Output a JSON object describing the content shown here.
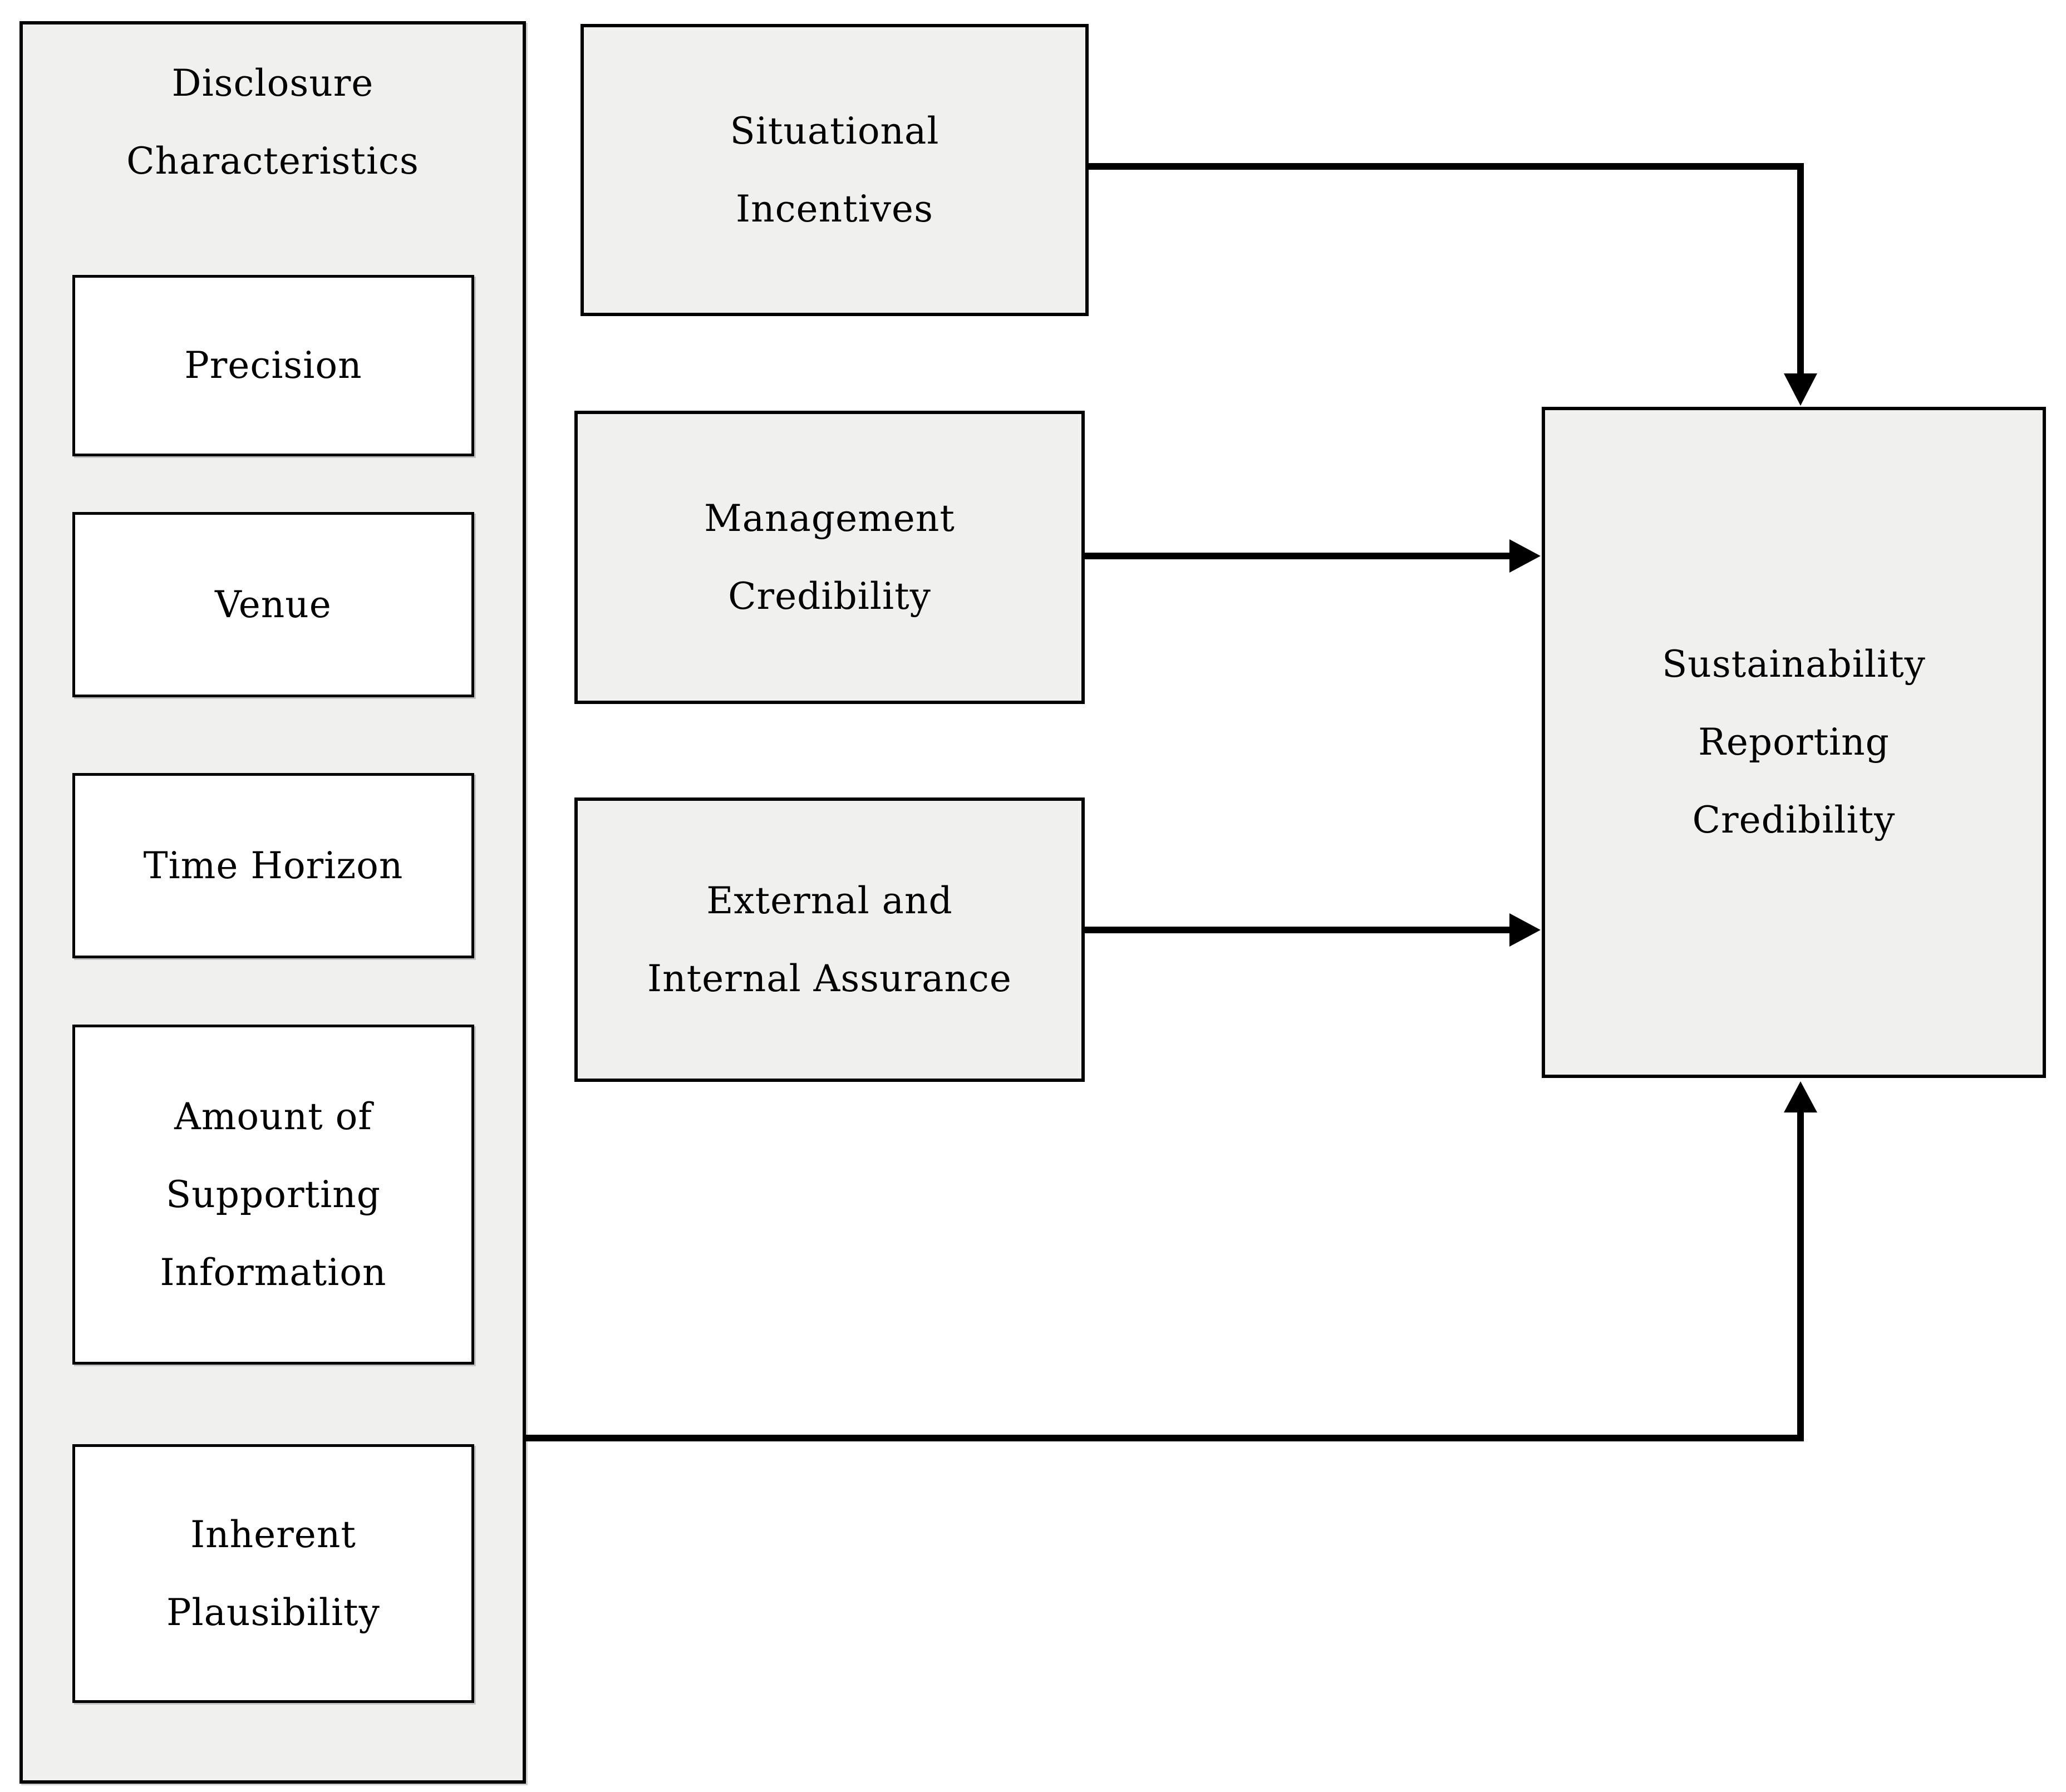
{
  "diagram": {
    "type": "flow-diagram",
    "nodes": {
      "disclosure_panel": {
        "label": "Disclosure\nCharacteristics"
      },
      "precision": {
        "label": "Precision"
      },
      "venue": {
        "label": "Venue"
      },
      "time_horizon": {
        "label": "Time Horizon"
      },
      "amount_supporting_info": {
        "label": "Amount of\nSupporting\nInformation"
      },
      "inherent_plausibility": {
        "label": "Inherent\nPlausibility"
      },
      "situational_incentives": {
        "label": "Situational\nIncentives"
      },
      "management_credibility": {
        "label": "Management\nCredibility"
      },
      "external_internal_assurance": {
        "label": "External and\nInternal Assurance"
      },
      "sustainability_reporting_credibility": {
        "label": "Sustainability\nReporting\nCredibility"
      }
    },
    "edges": [
      {
        "from": "situational_incentives",
        "to": "sustainability_reporting_credibility",
        "enters": "top"
      },
      {
        "from": "management_credibility",
        "to": "sustainability_reporting_credibility",
        "enters": "left"
      },
      {
        "from": "external_internal_assurance",
        "to": "sustainability_reporting_credibility",
        "enters": "left"
      },
      {
        "from": "disclosure_panel",
        "to": "sustainability_reporting_credibility",
        "enters": "bottom"
      }
    ],
    "colors": {
      "background": "#ffffff",
      "node_fill": "#f0f0ef",
      "inner_node_fill": "#ffffff",
      "border": "#000000",
      "arrow": "#000000",
      "text": "#000000"
    }
  }
}
